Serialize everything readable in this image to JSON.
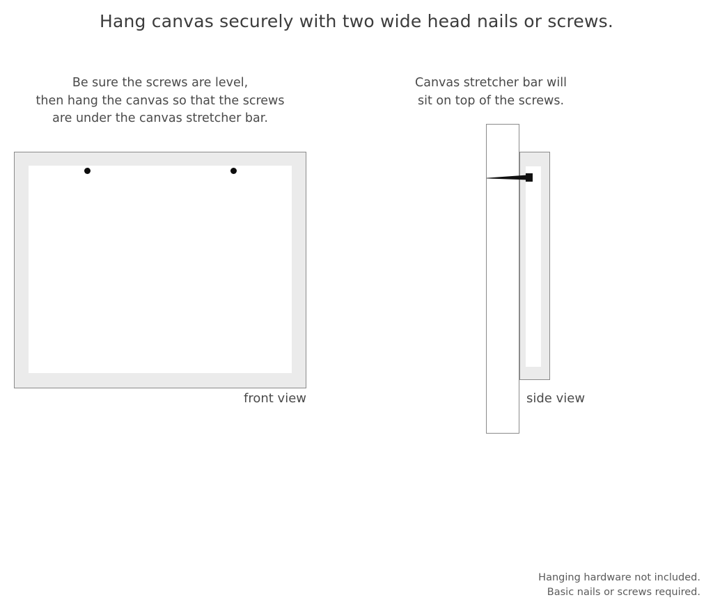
{
  "title": "Hang canvas securely with two wide head nails or screws.",
  "captions": {
    "left": {
      "line1": "Be sure the screws are level,",
      "line2": "then hang the canvas so that the screws",
      "line3": "are under the canvas stretcher bar."
    },
    "right": {
      "line1": "Canvas stretcher bar will",
      "line2": "sit on top of the screws."
    }
  },
  "front_view": {
    "label": "front view",
    "frame_color": "#ebebeb",
    "frame_border_color": "#8a8a8a",
    "canvas_color": "#ffffff",
    "screw_color": "#0d0d0d",
    "screws": [
      {
        "name": "left-screw"
      },
      {
        "name": "right-screw"
      }
    ]
  },
  "side_view": {
    "label": "side view",
    "wall_color": "#ffffff",
    "wall_border_color": "#8a8a8a",
    "bar_color": "#ebebeb",
    "bar_inner_color": "#ffffff",
    "nail_color": "#111111"
  },
  "disclaimer": {
    "line1": "Hanging hardware not included.",
    "line2": "Basic nails or screws required."
  }
}
